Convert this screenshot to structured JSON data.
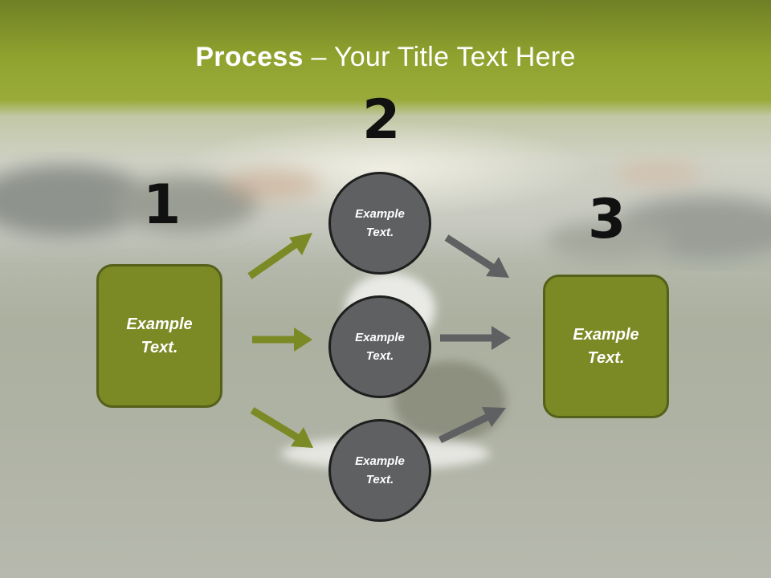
{
  "title": {
    "bold": "Process",
    "rest": " – Your Title Text Here"
  },
  "steps": {
    "one": "1",
    "two": "2",
    "three": "3"
  },
  "nodes": {
    "left": "Example Text.",
    "top": "Example Text.",
    "middle": "Example Text.",
    "bottom": "Example Text.",
    "right": "Example Text."
  },
  "colors": {
    "box_fill": "#7b8a24",
    "box_border": "#55601a",
    "circle_fill": "#5f6062",
    "circle_border": "#1e1e1e",
    "arrow_green": "#7b8a24",
    "arrow_gray": "#5f6062",
    "title_band": "#8fa22e"
  },
  "icons": [
    "arrow-right-icon",
    "arrow-up-right-icon",
    "arrow-down-right-icon"
  ]
}
